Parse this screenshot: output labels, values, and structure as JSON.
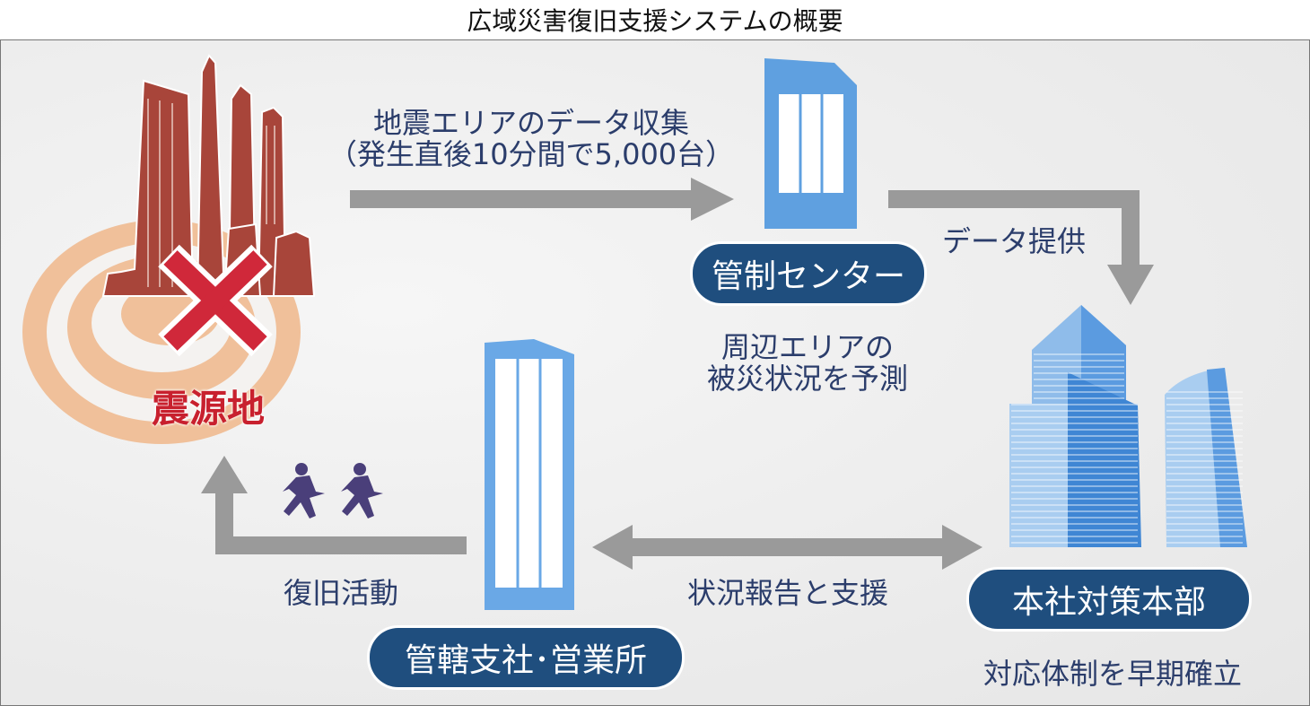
{
  "title": "広域災害復旧支援システムの概要",
  "epicenter": {
    "label": "震源地"
  },
  "collect": {
    "line1": "地震エリアのデータ収集",
    "line2": "（発生直後10分間で5,000台）"
  },
  "control_center": {
    "label": "管制センター",
    "desc1": "周辺エリアの",
    "desc2": "被災状況を予測"
  },
  "provide": {
    "label": "データ提供"
  },
  "hq": {
    "label": "本社対策本部",
    "desc": "対応体制を早期確立"
  },
  "report": {
    "label": "状況報告と支援"
  },
  "branch": {
    "label": "管轄支社･営業所"
  },
  "recovery": {
    "label": "復旧活動"
  },
  "colors": {
    "navy": "#1f4e7e",
    "text": "#2b3d6b",
    "red": "#c8202e",
    "brick": "#a8453a",
    "arrow": "#9a9a9a",
    "blue": "#4a8fd6"
  }
}
